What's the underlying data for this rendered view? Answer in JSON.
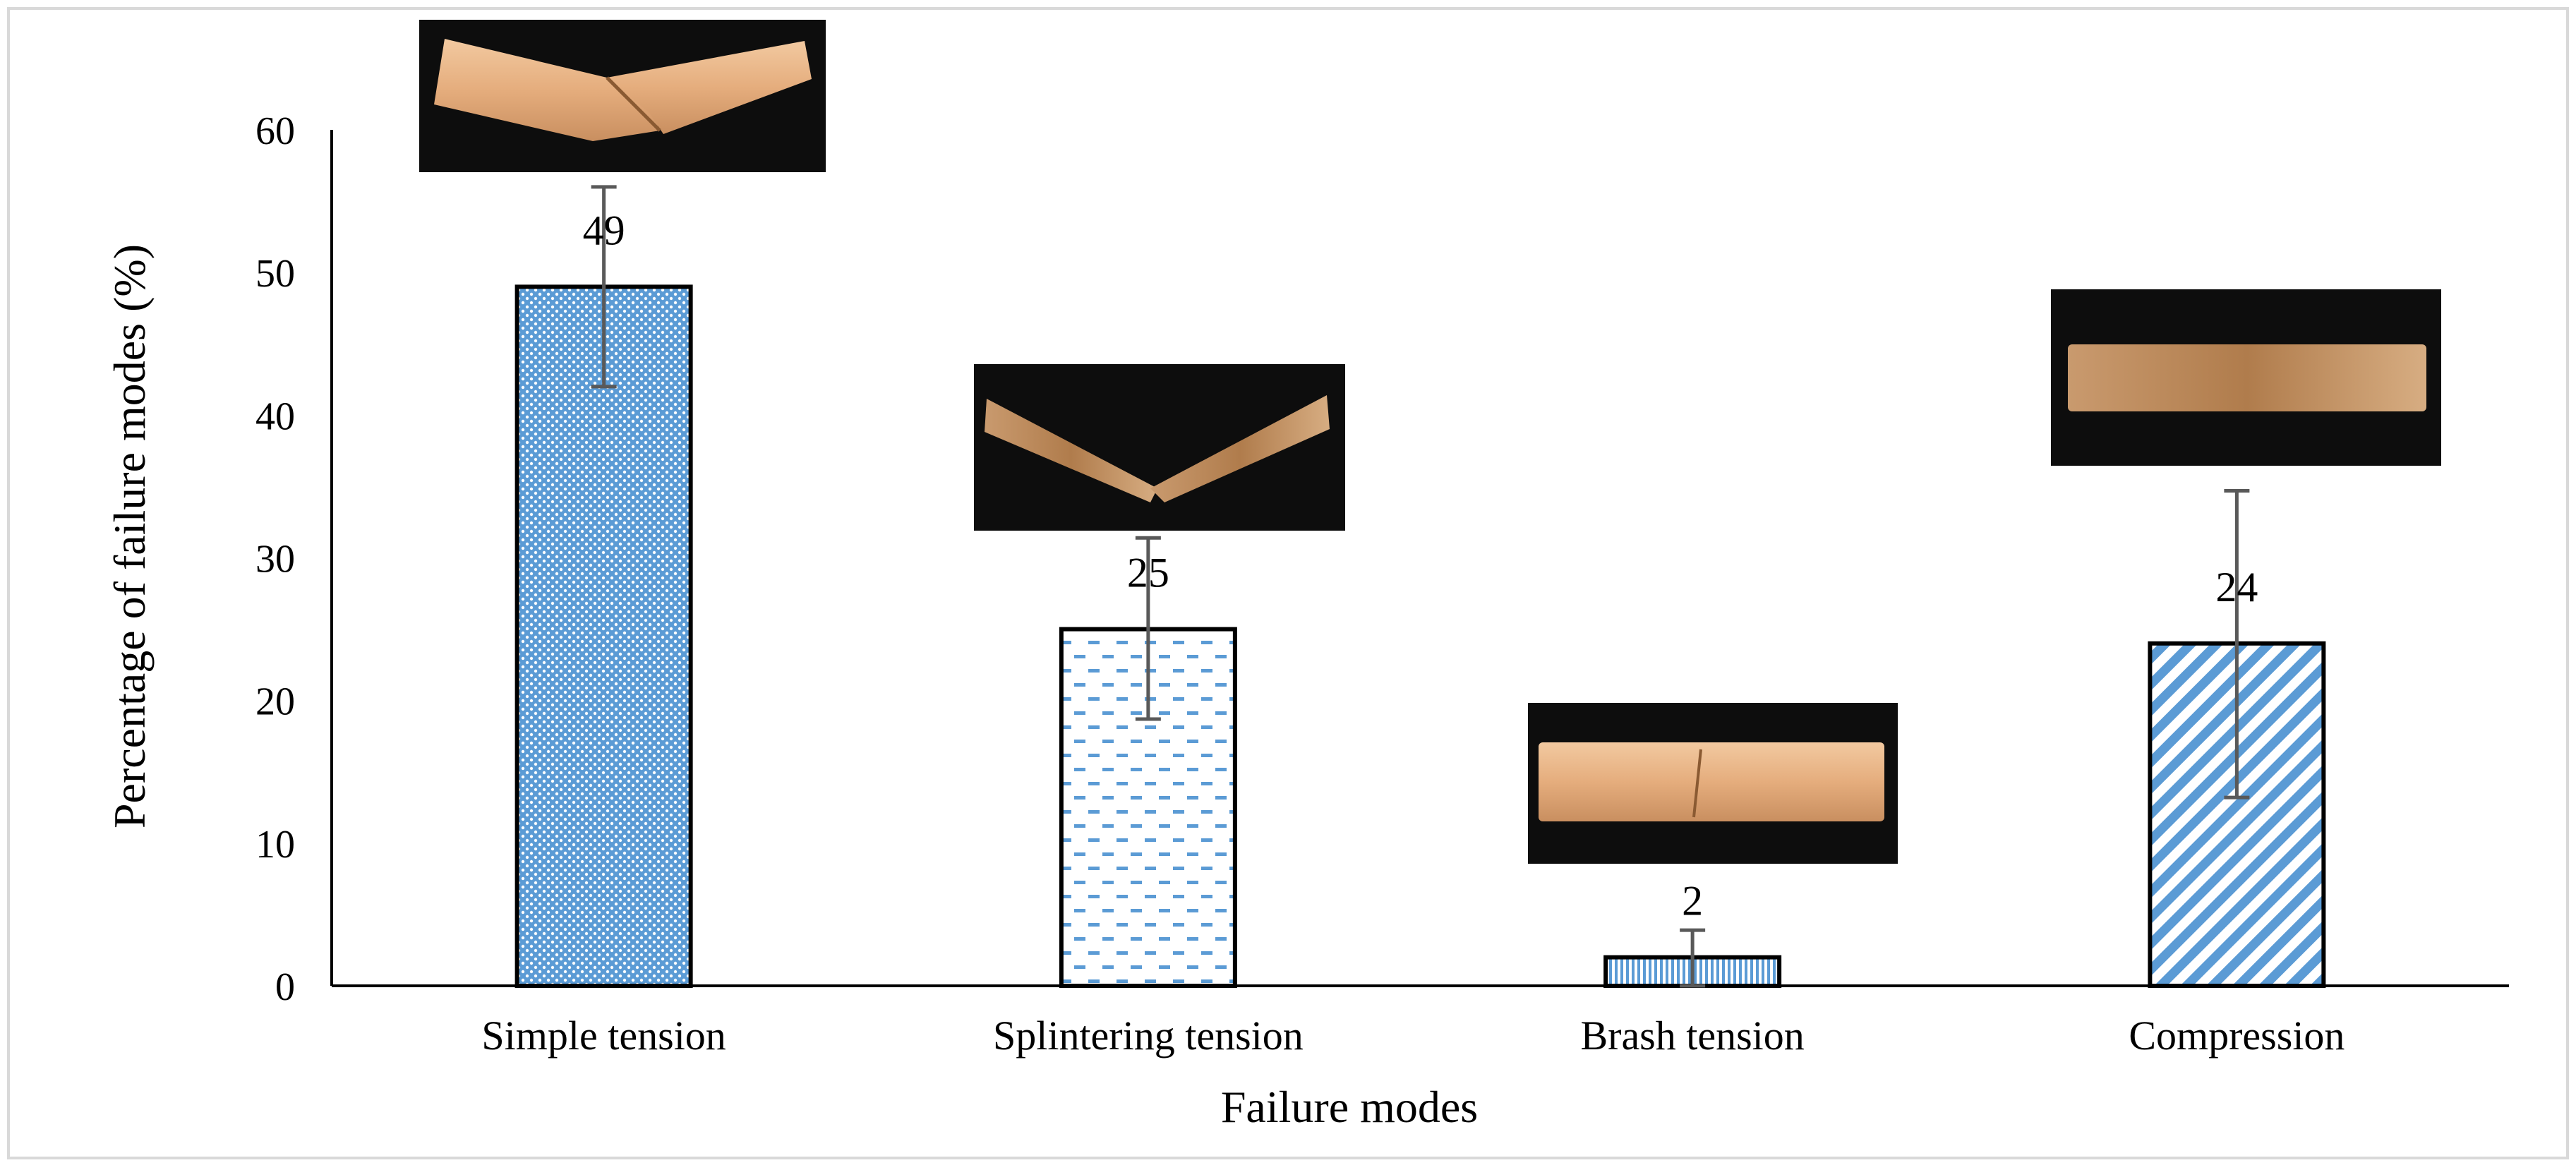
{
  "chart_data": {
    "type": "bar",
    "title": "",
    "xlabel": "Failure modes",
    "ylabel": "Percentage of failure modes (%)",
    "ylim": [
      0,
      60
    ],
    "yticks": [
      0,
      10,
      20,
      30,
      40,
      50,
      60
    ],
    "grid": false,
    "legend": "none",
    "categories": [
      "Simple tension",
      "Splintering tension",
      "Brash tension",
      "Compression"
    ],
    "values": [
      49,
      25,
      2,
      24
    ],
    "data_labels": [
      "49",
      "25",
      "2",
      "24"
    ],
    "error_bars": [
      {
        "low": 42,
        "high": 56
      },
      {
        "low": 18.7,
        "high": 31.4
      },
      {
        "low": 0,
        "high": 3.9
      },
      {
        "low": 13.2,
        "high": 34.7
      }
    ],
    "bar_patterns": [
      "dots",
      "dashes",
      "vertical-lines",
      "diagonal-lines"
    ],
    "bar_fill_color": "#5B9BD5",
    "bar_outline_color": "#000000",
    "error_bar_color": "#595959",
    "photo_icons": [
      "simple-tension-specimen-photo",
      "splintering-tension-specimen-photo",
      "brash-tension-specimen-photo",
      "compression-specimen-photo"
    ]
  }
}
